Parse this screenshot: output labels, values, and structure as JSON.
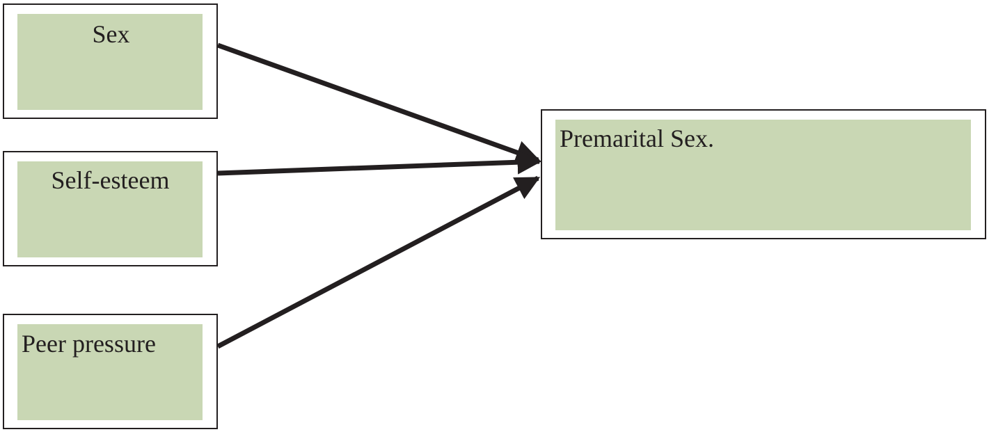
{
  "diagram": {
    "sources": [
      {
        "id": "sex",
        "label": "Sex"
      },
      {
        "id": "self-esteem",
        "label": "Self-esteem"
      },
      {
        "id": "peer-pressure",
        "label": "Peer pressure"
      }
    ],
    "target": {
      "id": "premarital-sex",
      "label": "Premarital Sex."
    },
    "edges": [
      {
        "from": "Sex",
        "to": "Premarital Sex."
      },
      {
        "from": "Self-esteem",
        "to": "Premarital Sex."
      },
      {
        "from": "Peer pressure",
        "to": "Premarital Sex."
      }
    ],
    "colors": {
      "box_fill": "#c9d7b4",
      "border": "#231f20",
      "arrow": "#231f20"
    }
  }
}
